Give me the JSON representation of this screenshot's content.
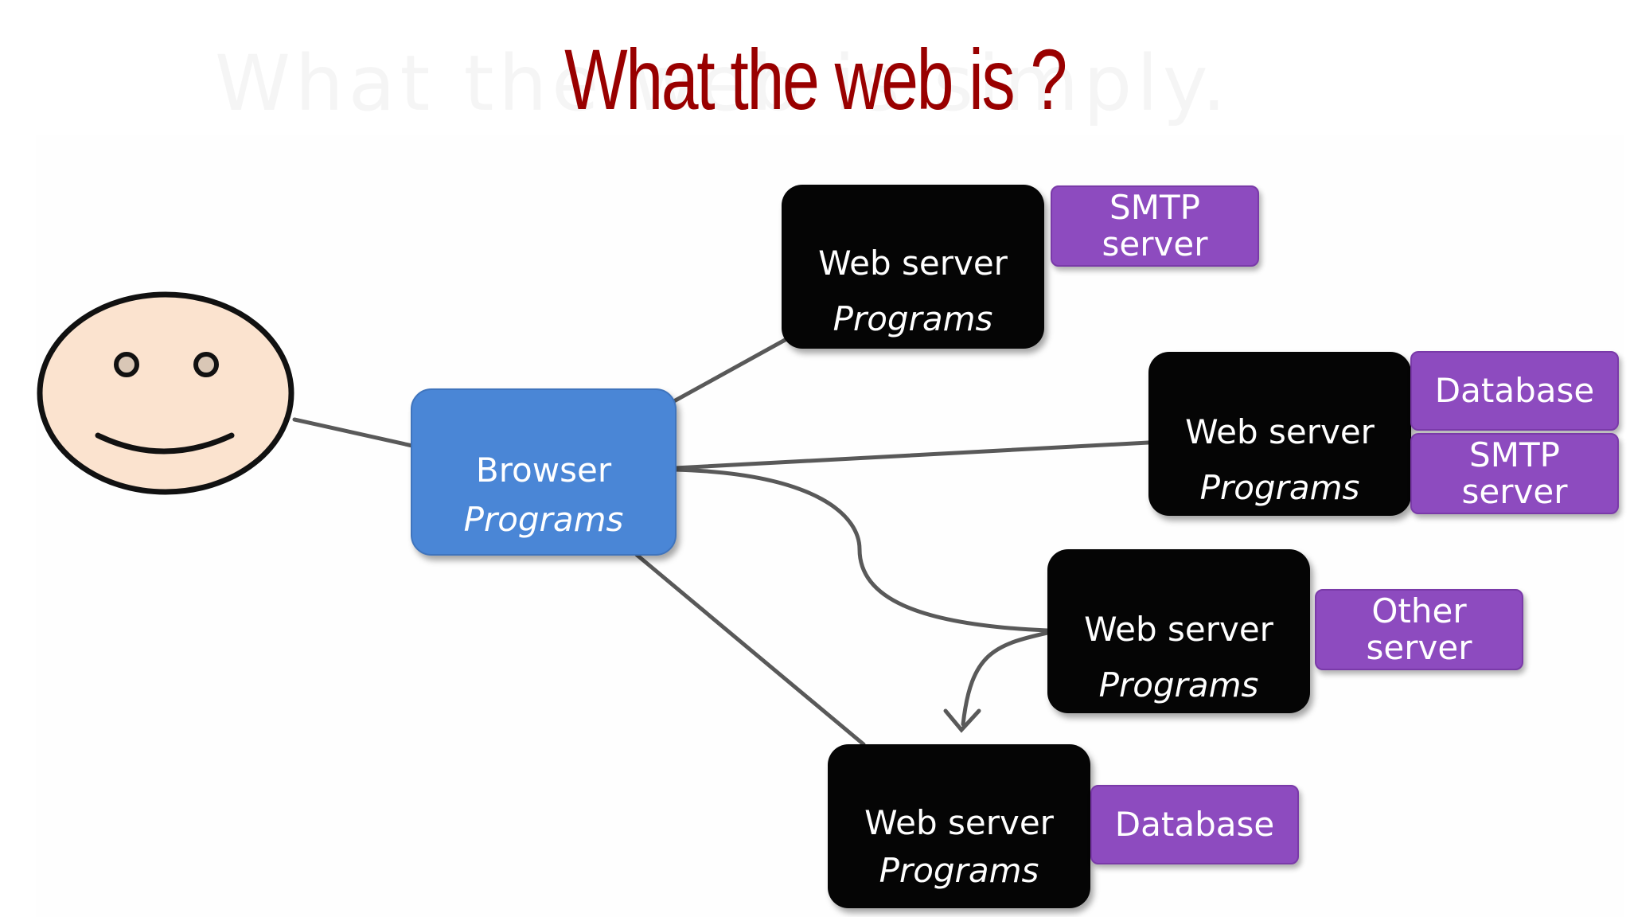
{
  "title": "What the web is ?",
  "ghost_text": "What the web is simply.",
  "browser": {
    "line1": "Browser",
    "line2": "Programs"
  },
  "servers": [
    {
      "line1": "Web server",
      "line2": "Programs",
      "extras": [
        "SMTP server"
      ]
    },
    {
      "line1": "Web server",
      "line2": "Programs",
      "extras": [
        "Database",
        "SMTP server"
      ]
    },
    {
      "line1": "Web server",
      "line2": "Programs",
      "extras": [
        "Other server"
      ]
    },
    {
      "line1": "Web server",
      "line2": "Programs",
      "extras": [
        "Database"
      ]
    }
  ],
  "labels": {
    "smtp1": "SMTP\nserver",
    "database1": "Database",
    "smtp2": "SMTP\nserver",
    "other": "Other\nserver",
    "database2": "Database"
  },
  "colors": {
    "title": "#990000",
    "browser": "#4a86d6",
    "server": "#050505",
    "service": "#8d4bbf",
    "face": "#fbe3cf",
    "line": "#595959"
  },
  "icons": {
    "user": "smiley-face-icon"
  }
}
